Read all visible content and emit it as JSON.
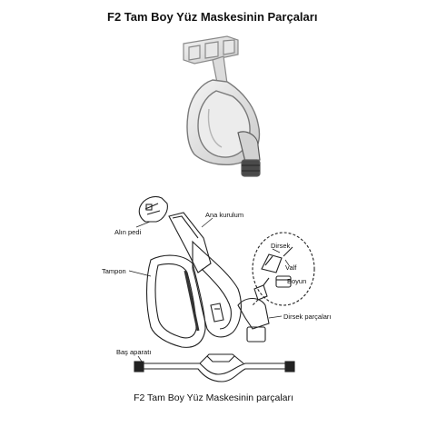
{
  "title": "F2 Tam Boy Yüz Maskesinin Parçaları",
  "caption": "F2 Tam Boy Yüz Maskesinin parçaları",
  "labels": {
    "forehead_pad": "Alın pedi",
    "frame": "Ana kurulum",
    "cushion": "Tampon",
    "elbow": "Dirsek",
    "valve": "Valf",
    "neck": "Boyun",
    "elbow_parts": "Dirsek parçaları",
    "headgear": "Baş aparatı"
  }
}
